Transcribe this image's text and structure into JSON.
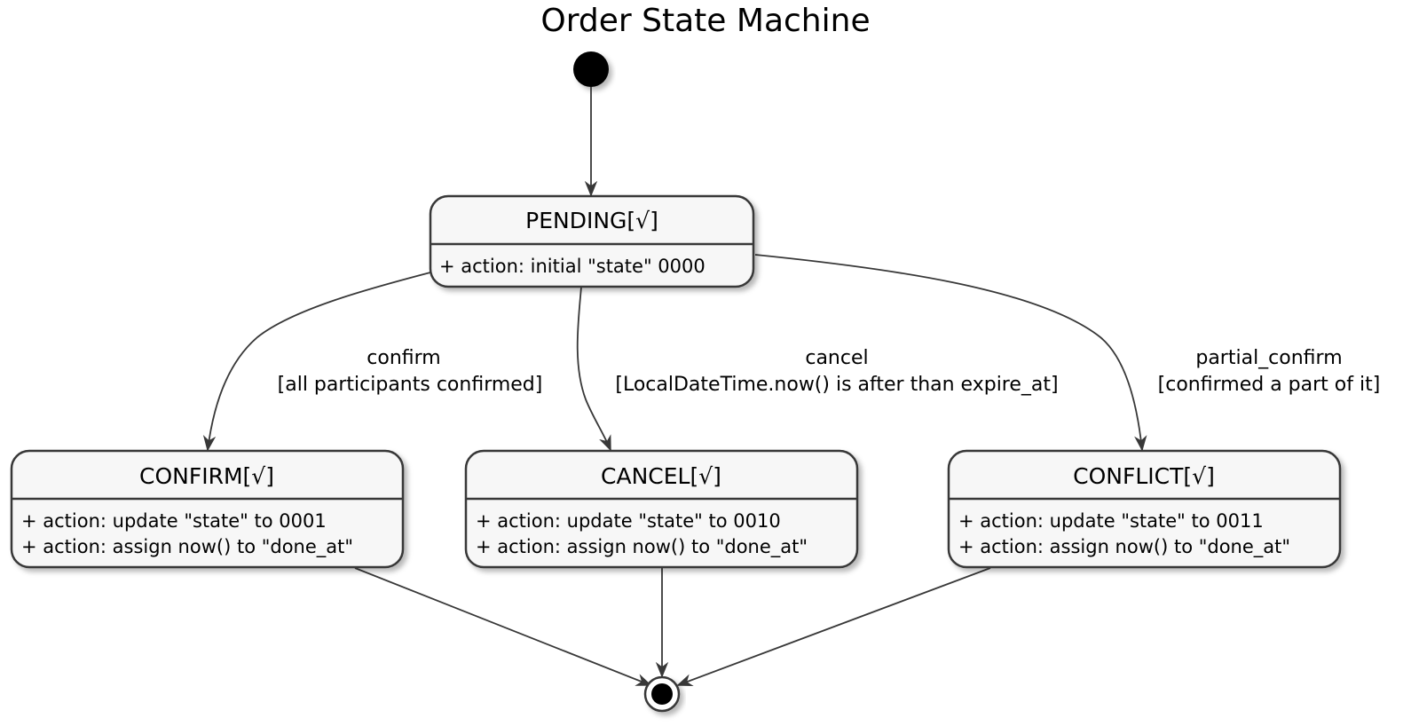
{
  "diagram": {
    "title": "Order State Machine",
    "states": [
      {
        "id": "pending",
        "name": "PENDING[√]",
        "actions": [
          "+ action: initial \"state\" 0000"
        ]
      },
      {
        "id": "confirm",
        "name": "CONFIRM[√]",
        "actions": [
          "+ action: update \"state\" to 0001",
          "+ action: assign now() to \"done_at\""
        ]
      },
      {
        "id": "cancel",
        "name": "CANCEL[√]",
        "actions": [
          "+ action: update \"state\" to 0010",
          "+ action: assign now() to \"done_at\""
        ]
      },
      {
        "id": "conflict",
        "name": "CONFLICT[√]",
        "actions": [
          "+ action: update \"state\" to 0011",
          "+ action: assign now() to \"done_at\""
        ]
      }
    ],
    "transitions": [
      {
        "from": "start",
        "to": "pending",
        "event": "",
        "guard": ""
      },
      {
        "from": "pending",
        "to": "confirm",
        "event": "confirm",
        "guard": "[all participants confirmed]"
      },
      {
        "from": "pending",
        "to": "cancel",
        "event": "cancel",
        "guard": "[LocalDateTime.now() is after than expire_at]"
      },
      {
        "from": "pending",
        "to": "conflict",
        "event": "partial_confirm",
        "guard": "[confirmed a part of it]"
      },
      {
        "from": "confirm",
        "to": "end",
        "event": "",
        "guard": ""
      },
      {
        "from": "cancel",
        "to": "end",
        "event": "",
        "guard": ""
      },
      {
        "from": "conflict",
        "to": "end",
        "event": "",
        "guard": ""
      }
    ],
    "colors": {
      "box_fill": "#f7f7f7",
      "stroke": "#383838",
      "shadow": "#bfbfbf",
      "node": "#000000"
    }
  }
}
